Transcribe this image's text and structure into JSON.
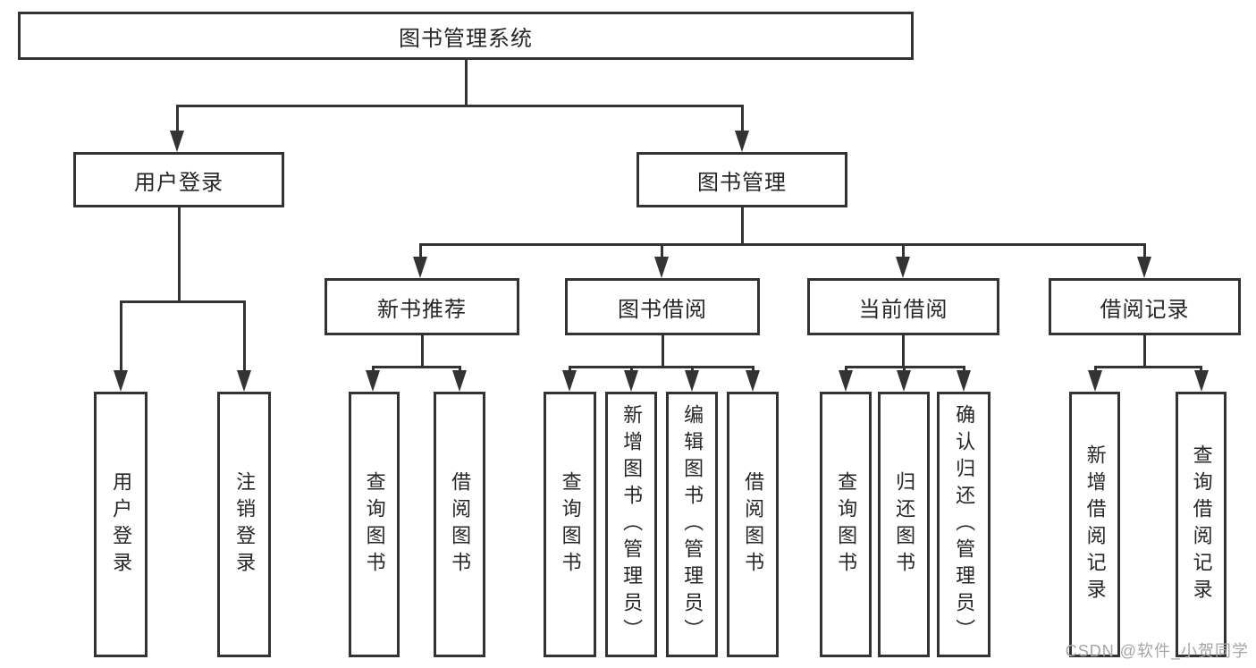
{
  "tree": {
    "root": {
      "label": "图书管理系统",
      "children": [
        {
          "label": "用户登录",
          "children": [
            {
              "label": "用户登录"
            },
            {
              "label": "注销登录"
            }
          ]
        },
        {
          "label": "图书管理",
          "children": [
            {
              "label": "新书推荐",
              "children": [
                {
                  "label": "查询图书"
                },
                {
                  "label": "借阅图书"
                }
              ]
            },
            {
              "label": "图书借阅",
              "children": [
                {
                  "label": "查询图书"
                },
                {
                  "label": "新增图书（管理员）"
                },
                {
                  "label": "编辑图书（管理员）"
                },
                {
                  "label": "借阅图书"
                }
              ]
            },
            {
              "label": "当前借阅",
              "children": [
                {
                  "label": "查询图书"
                },
                {
                  "label": "归还图书"
                },
                {
                  "label": "确认归还（管理员）"
                }
              ]
            },
            {
              "label": "借阅记录",
              "children": [
                {
                  "label": "新增借阅记录"
                },
                {
                  "label": "查询借阅记录"
                }
              ]
            }
          ]
        }
      ]
    }
  },
  "watermark": {
    "text": "CSDN @软件_小贺同学"
  },
  "colors": {
    "line": "#333333",
    "border": "#333333",
    "text": "#262626",
    "background": "#ffffff",
    "watermark": "#a6a6a6"
  }
}
